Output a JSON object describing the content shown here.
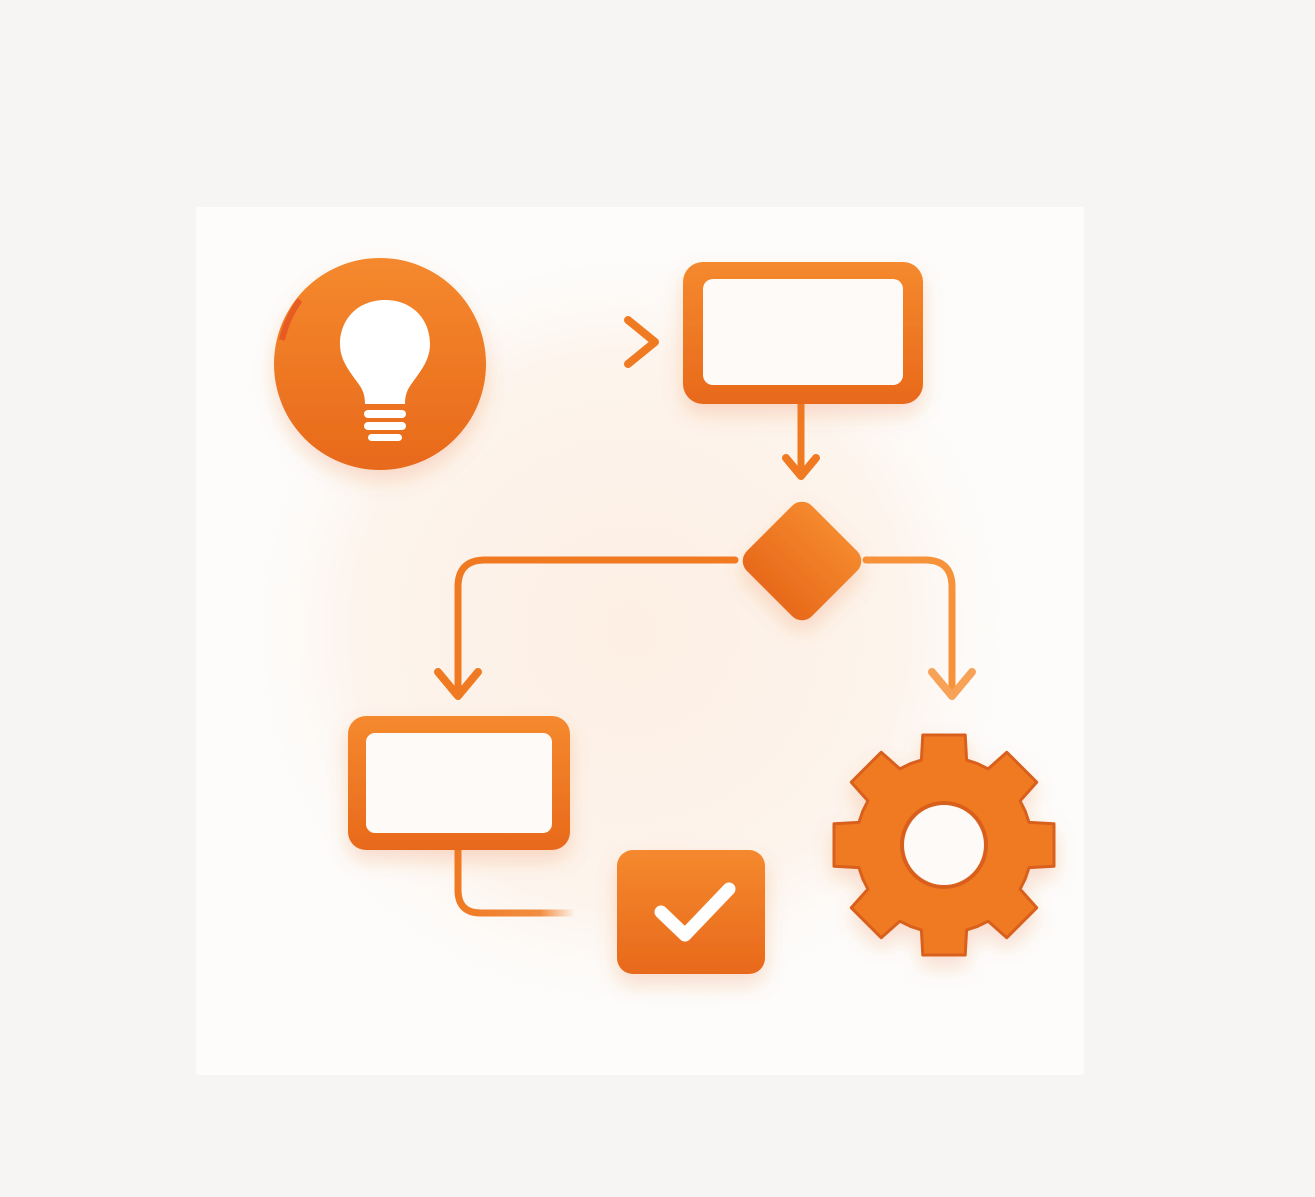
{
  "diagram": {
    "nodes": [
      {
        "id": "idea",
        "shape": "circle",
        "icon": "lightbulb-icon"
      },
      {
        "id": "step-top",
        "shape": "rounded-rectangle",
        "label": ""
      },
      {
        "id": "decision",
        "shape": "diamond"
      },
      {
        "id": "step-left",
        "shape": "rounded-rectangle",
        "label": ""
      },
      {
        "id": "done",
        "shape": "rounded-square",
        "icon": "checkmark-icon"
      },
      {
        "id": "process",
        "shape": "gear",
        "icon": "gear-icon"
      }
    ],
    "edges": [
      {
        "from": "idea",
        "to": "step-top",
        "arrow": true
      },
      {
        "from": "step-top",
        "to": "decision",
        "arrow": true
      },
      {
        "from": "decision",
        "to": "step-left",
        "arrow": true
      },
      {
        "from": "decision",
        "to": "process",
        "arrow": true
      },
      {
        "from": "step-left",
        "to": "done",
        "arrow": false
      }
    ]
  },
  "colors": {
    "accent": "#f07a22",
    "accent_dark": "#d9601a",
    "accent_light": "#fbb27a",
    "box_fill": "#fdfaf7",
    "page_background": "#f6f5f3",
    "card_background": "#fdfcfb",
    "glow": "#fdeee2",
    "icon_fill": "#ffffff"
  }
}
